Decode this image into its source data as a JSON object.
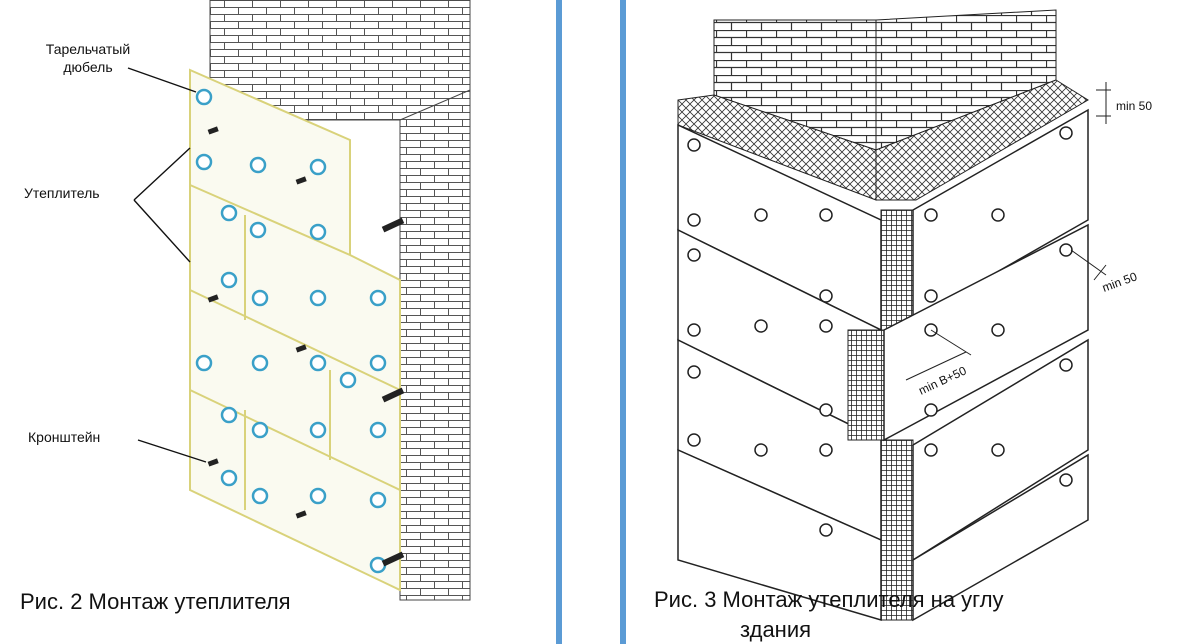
{
  "left": {
    "label_dowel": "Тарельчатый дюбель",
    "label_insulation": "Утеплитель",
    "label_bracket": "Кронштейн",
    "caption": "Рис. 2 Монтаж утеплителя"
  },
  "right": {
    "dim_top": "min 50",
    "dim_side": "min 50",
    "dim_offset": "min B+50",
    "caption_line1": "Рис. 3 Монтаж утеплителя на углу",
    "caption_line2": "здания"
  },
  "colors": {
    "divider": "#5b9bd5",
    "dowel": "#3aa0c8",
    "panel_edge": "#d9d27a"
  }
}
